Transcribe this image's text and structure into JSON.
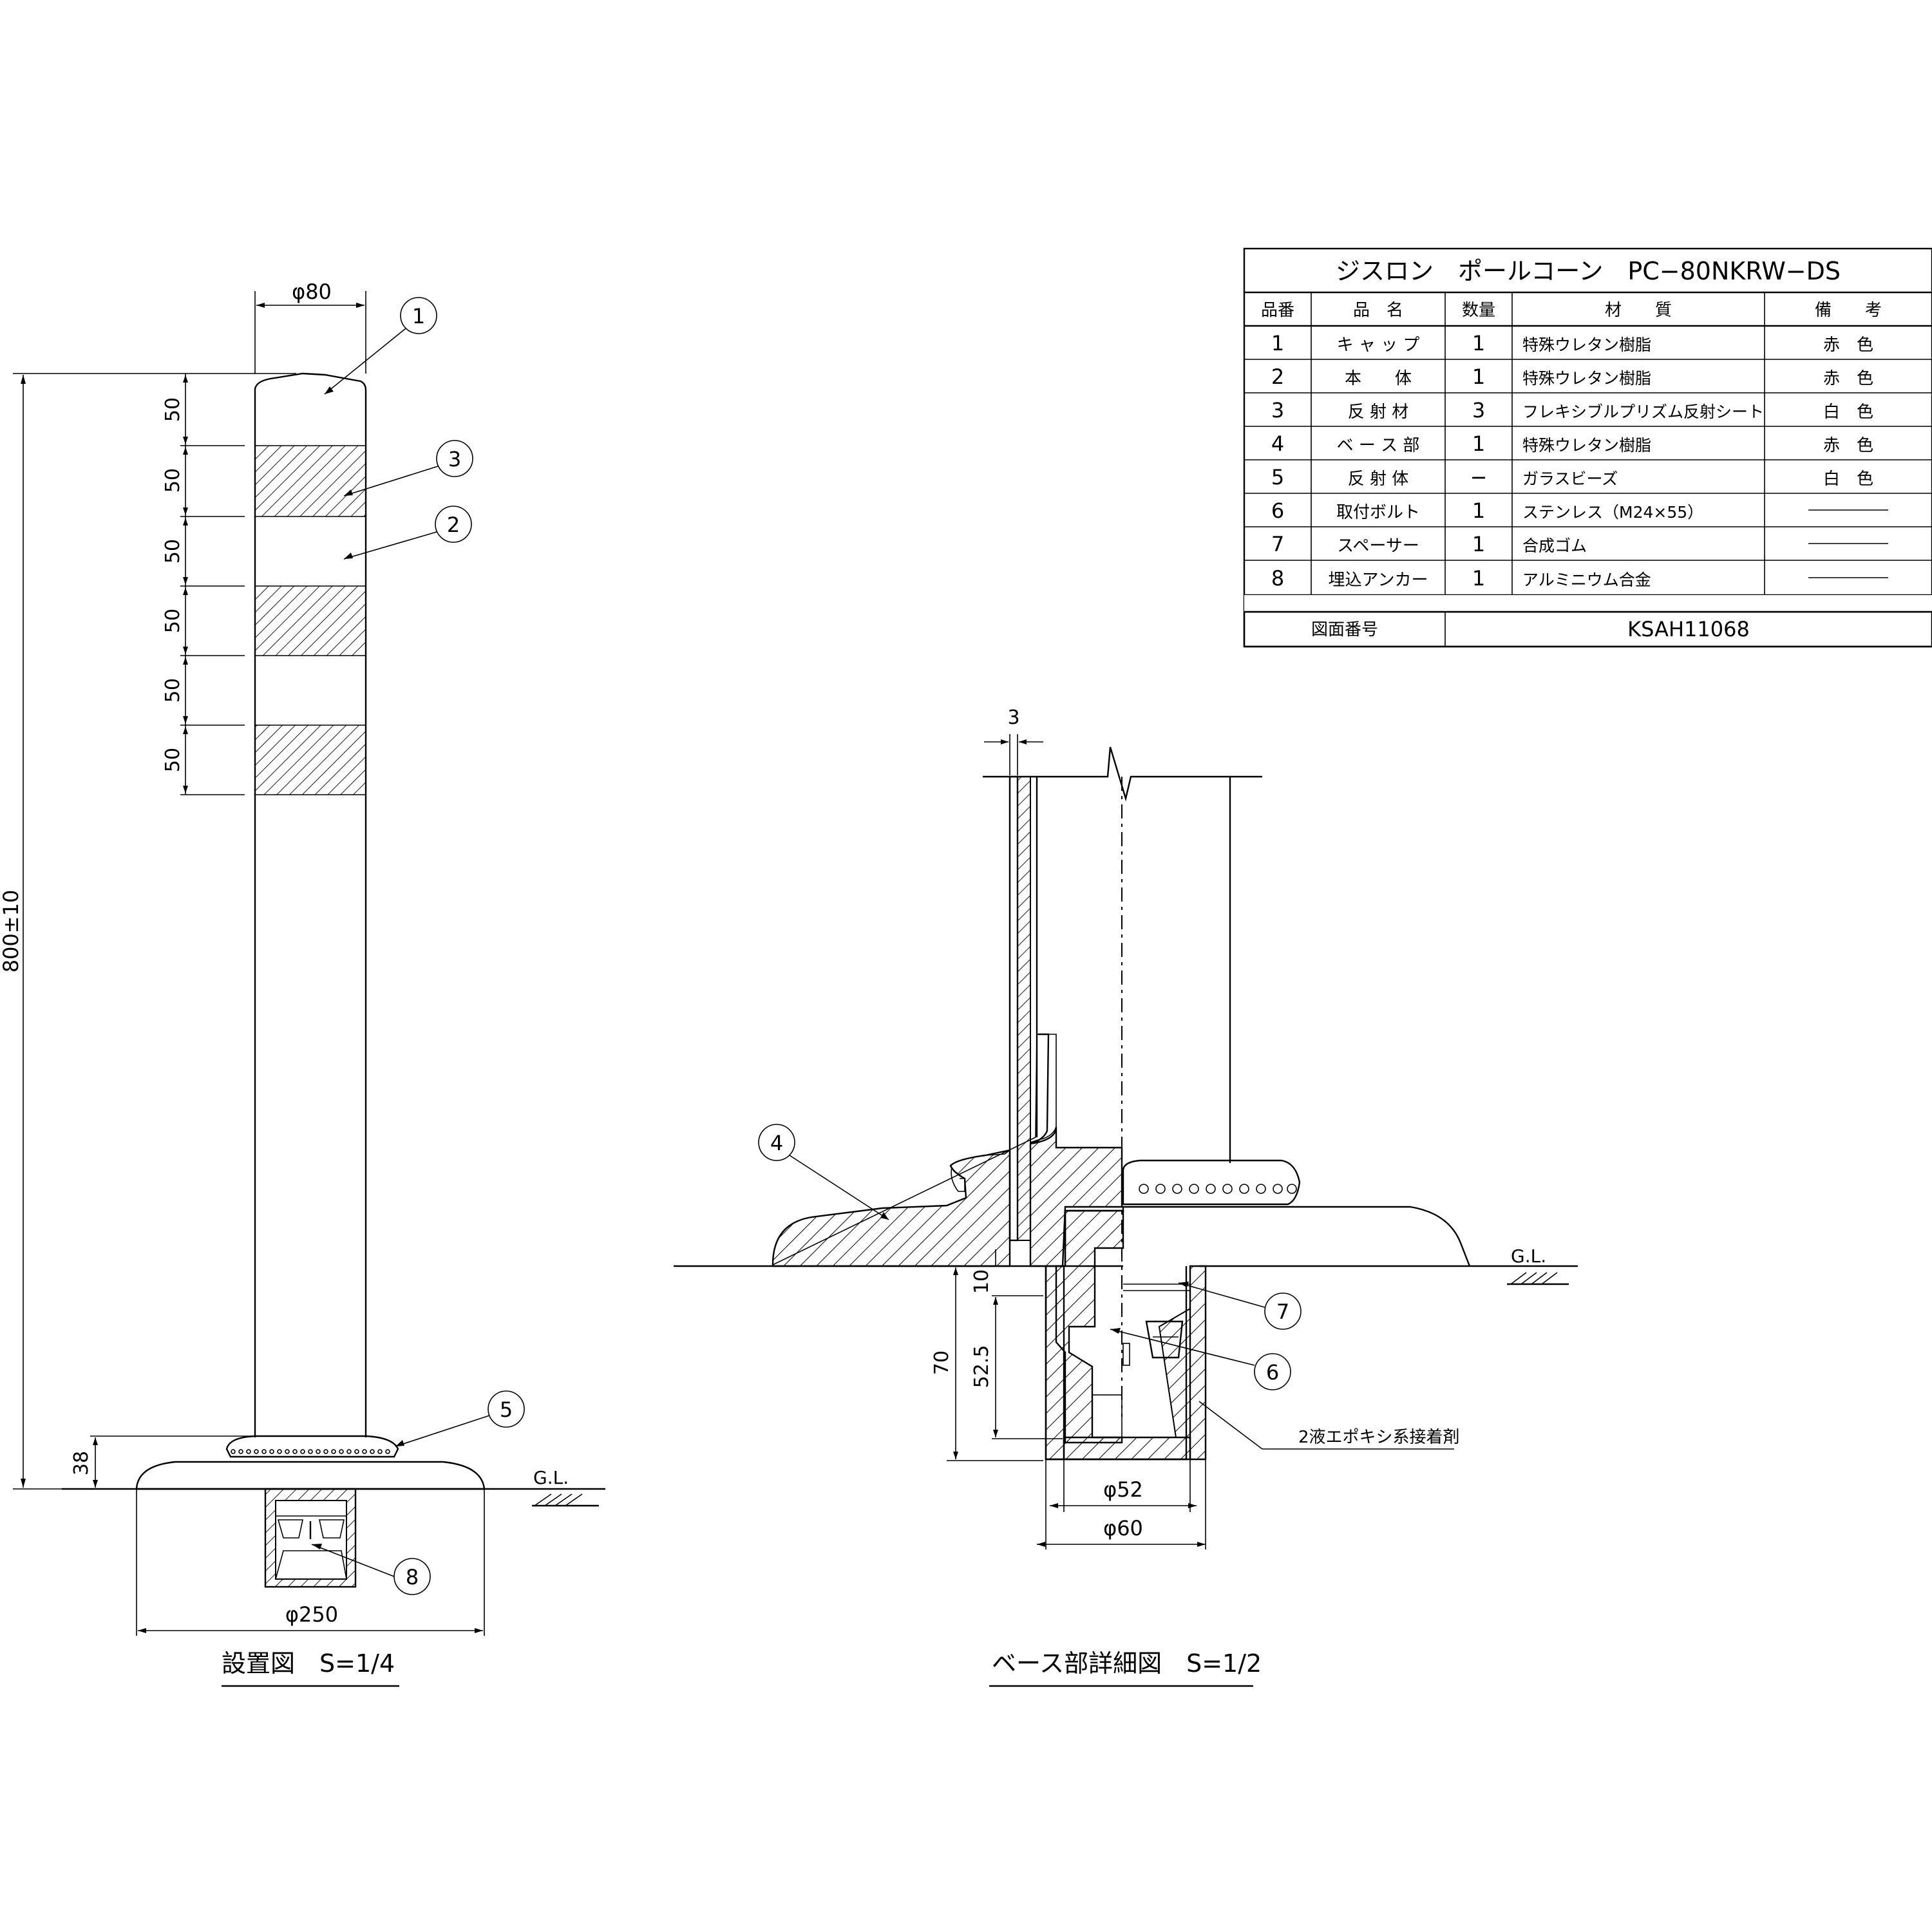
{
  "table": {
    "title": "ジスロン　ポールコーン　PC−80NKRW−DS",
    "headers": [
      "品番",
      "品　名",
      "数量",
      "材　　質",
      "備　　考"
    ],
    "rows": [
      [
        "1",
        "キ ャ ッ プ",
        "1",
        "特殊ウレタン樹脂",
        "赤　色"
      ],
      [
        "2",
        "本　　体",
        "1",
        "特殊ウレタン樹脂",
        "赤　色"
      ],
      [
        "3",
        "反 射 材",
        "3",
        "フレキシブルプリズム反射シート",
        "白　色"
      ],
      [
        "4",
        "ベ ー ス 部",
        "1",
        "特殊ウレタン樹脂",
        "赤　色"
      ],
      [
        "5",
        "反 射 体",
        "−",
        "ガラスビーズ",
        "白　色"
      ],
      [
        "6",
        "取付ボルト",
        "1",
        "ステンレス（M24×55）",
        ""
      ],
      [
        "7",
        "スペーサー",
        "1",
        "合成ゴム",
        ""
      ],
      [
        "8",
        "埋込アンカー",
        "1",
        "アルミニウム合金",
        ""
      ]
    ],
    "drawing_no_label": "図面番号",
    "drawing_no": "KSAH11068"
  },
  "left_view": {
    "caption": "設置図　S=1/4",
    "dim_diameter": "φ80",
    "dim_height": "800±10",
    "dim_segments": [
      "50",
      "50",
      "50",
      "50",
      "50",
      "50"
    ],
    "dim_base_height": "38",
    "dim_base_diameter": "φ250",
    "ground_label": "G.L.",
    "balloons": [
      "1",
      "3",
      "2",
      "5",
      "8"
    ]
  },
  "right_view": {
    "caption": "ベース部詳細図　S=1/2",
    "dim_wall": "3",
    "dim_10": "10",
    "dim_70": "70",
    "dim_52_5": "52.5",
    "dim_inner": "φ52",
    "dim_outer": "φ60",
    "adhesive_note": "2液エポキシ系接着剤",
    "ground_label": "G.L.",
    "balloons": [
      "4",
      "7",
      "6"
    ]
  }
}
